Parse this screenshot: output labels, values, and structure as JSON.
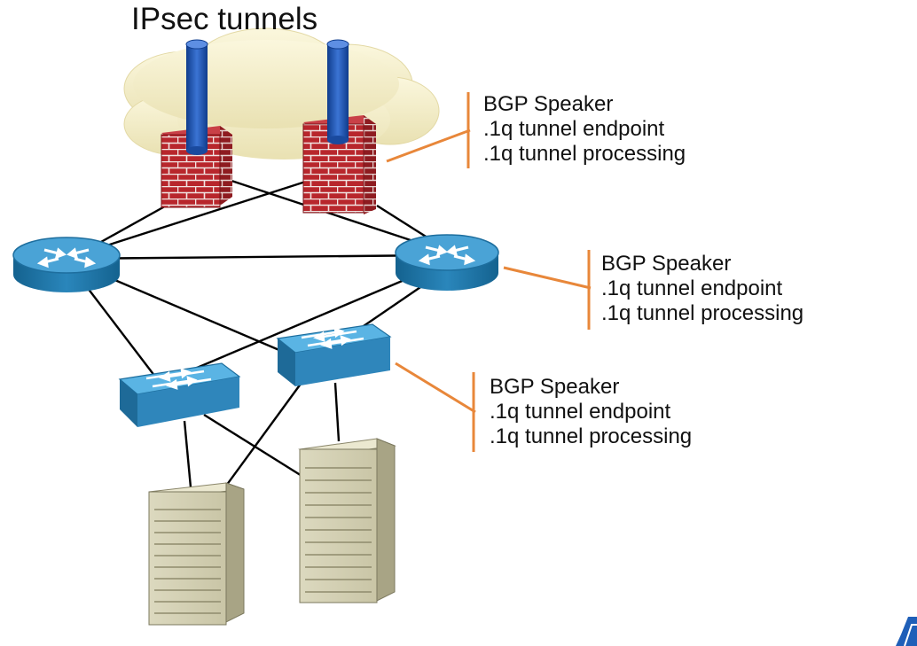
{
  "title": "IPsec tunnels",
  "colors": {
    "link": "#000000",
    "callout_leader": "#e8873a",
    "cloud": "#f4efc8",
    "firewall_brick": "#b8262c",
    "tunnel_pipe": "#1c4ea8",
    "router": "#2f8fc4",
    "switch": "#3f9fd3",
    "server": "#d8d4b8"
  },
  "icons": [
    "cloud-icon",
    "tunnel-pipe-icon",
    "firewall-icon",
    "router-icon",
    "switch-icon",
    "server-icon"
  ],
  "callouts": [
    {
      "lines": [
        "BGP Speaker",
        ".1q tunnel endpoint",
        ".1q tunnel processing"
      ]
    },
    {
      "lines": [
        "BGP Speaker",
        ".1q tunnel endpoint",
        ".1q tunnel processing"
      ]
    },
    {
      "lines": [
        "BGP Speaker",
        ".1q tunnel endpoint",
        ".1q tunnel processing"
      ]
    }
  ]
}
